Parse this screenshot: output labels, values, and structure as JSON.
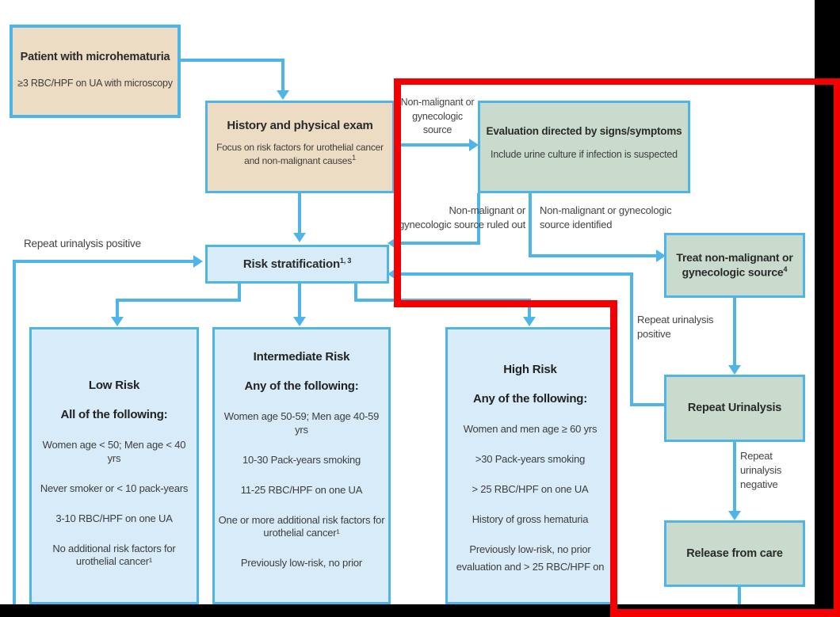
{
  "colors": {
    "line_blue": "#4fb4e8",
    "tan_fill": "#ecdcc3",
    "green_fill": "#c8dbcd",
    "blue_fill": "#d8ebf8",
    "highlight_red": "#f40000",
    "text_dark": "#3d3d3d"
  },
  "boxes": {
    "patient": {
      "title": "Patient with microhematuria",
      "subtitle": "≥3 RBC/HPF on UA with microscopy"
    },
    "history": {
      "title": "History and physical exam",
      "subtitle": "Focus on risk factors for urothelial cancer and non-malignant causes",
      "footnote": "1"
    },
    "evaluation": {
      "title": "Evaluation directed by signs/symptoms",
      "subtitle": "Include urine culture if infection is suspected"
    },
    "risk_stratification": {
      "title": "Risk stratification",
      "footnote": "1, 3"
    },
    "treat": {
      "title": "Treat non-malignant or gynecologic source",
      "footnote": "4"
    },
    "repeat_urinalysis": {
      "title": "Repeat Urinalysis"
    },
    "release": {
      "title": "Release from care"
    },
    "low_risk": {
      "heading": "Low Risk",
      "subheading": "All of the following:",
      "items": [
        "Women age < 50; Men age < 40 yrs",
        "Never smoker or < 10 pack-years",
        "3-10 RBC/HPF on one UA",
        "No additional risk factors for urothelial cancer¹"
      ]
    },
    "intermediate_risk": {
      "heading": "Intermediate Risk",
      "subheading": "Any of the following:",
      "items": [
        "Women age 50-59; Men age 40-59 yrs",
        "10-30 Pack-years smoking",
        "11-25 RBC/HPF on one UA",
        "One or more additional risk factors for urothelial cancer¹",
        "Previously low-risk, no prior"
      ]
    },
    "high_risk": {
      "heading": "High Risk",
      "subheading": "Any of the following:",
      "items": [
        "Women and men age ≥ 60 yrs",
        ">30 Pack-years smoking",
        "> 25 RBC/HPF on one UA",
        "History of gross hematuria",
        "Previously low-risk, no prior",
        "evaluation and > 25 RBC/HPF on"
      ]
    }
  },
  "edge_labels": {
    "nonmalignant_source": "Non-malignant or\ngynecologic source",
    "source_ruled_out": "Non-malignant or\ngynecologic source ruled out",
    "source_identified": "Non-malignant or gynecologic\nsource identified",
    "repeat_positive_left": "Repeat urinalysis positive",
    "repeat_positive_right": "Repeat urinalysis\npositive",
    "repeat_negative": "Repeat urinalysis\nnegative"
  }
}
